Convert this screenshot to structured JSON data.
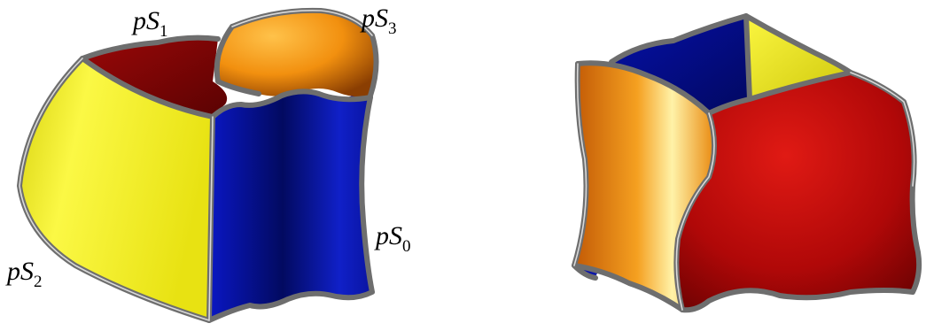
{
  "labels": {
    "s0": {
      "base": "pS",
      "sub": "0"
    },
    "s1": {
      "base": "pS",
      "sub": "1"
    },
    "s2": {
      "base": "pS",
      "sub": "2"
    },
    "s3": {
      "base": "pS",
      "sub": "3"
    }
  },
  "colors": {
    "yellow": "#f2ee1c",
    "dark_red": "#8c0505",
    "orange": "#f28a12",
    "blue": "#0a14a8",
    "red": "#c40c0c",
    "edge": "#6e6e6e",
    "background": "#ffffff"
  }
}
